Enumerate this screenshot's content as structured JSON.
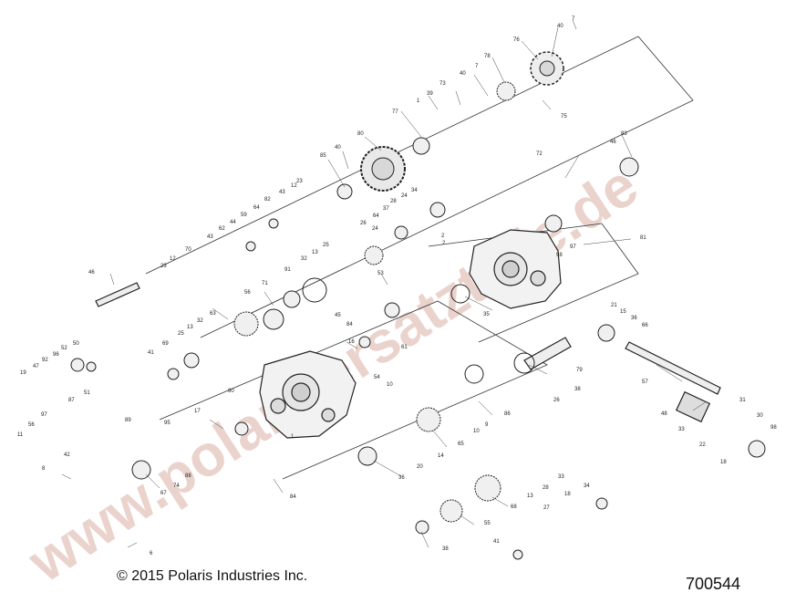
{
  "copyright": "© 2015 Polaris Industries Inc.",
  "diagram_number": "700544",
  "watermark": {
    "text": "www.polarisersatzteile.de",
    "color": "#d9a99d"
  },
  "callouts": [
    "7",
    "40",
    "76",
    "78",
    "40",
    "7",
    "73",
    "39",
    "77",
    "1",
    "75",
    "80",
    "40",
    "85",
    "23",
    "12",
    "43",
    "82",
    "64",
    "59",
    "44",
    "62",
    "43",
    "70",
    "12",
    "23",
    "46",
    "2",
    "26",
    "64",
    "37",
    "25",
    "13",
    "32",
    "91",
    "24",
    "28",
    "24",
    "34",
    "72",
    "46",
    "83",
    "81",
    "97",
    "98",
    "71",
    "56",
    "63",
    "32",
    "13",
    "25",
    "69",
    "41",
    "45",
    "84",
    "61",
    "53",
    "35",
    "21",
    "15",
    "36",
    "66",
    "52",
    "50",
    "96",
    "92",
    "47",
    "19",
    "51",
    "87",
    "97",
    "56",
    "11",
    "42",
    "89",
    "95",
    "17",
    "60",
    "16",
    "54",
    "10",
    "1",
    "2",
    "86",
    "26",
    "38",
    "79",
    "57",
    "48",
    "33",
    "31",
    "22",
    "30",
    "18",
    "98",
    "65",
    "14",
    "10",
    "9",
    "20",
    "36",
    "13",
    "28",
    "33",
    "34",
    "18",
    "27",
    "68",
    "55",
    "38",
    "41",
    "8",
    "6",
    "67",
    "74",
    "88",
    "84"
  ]
}
